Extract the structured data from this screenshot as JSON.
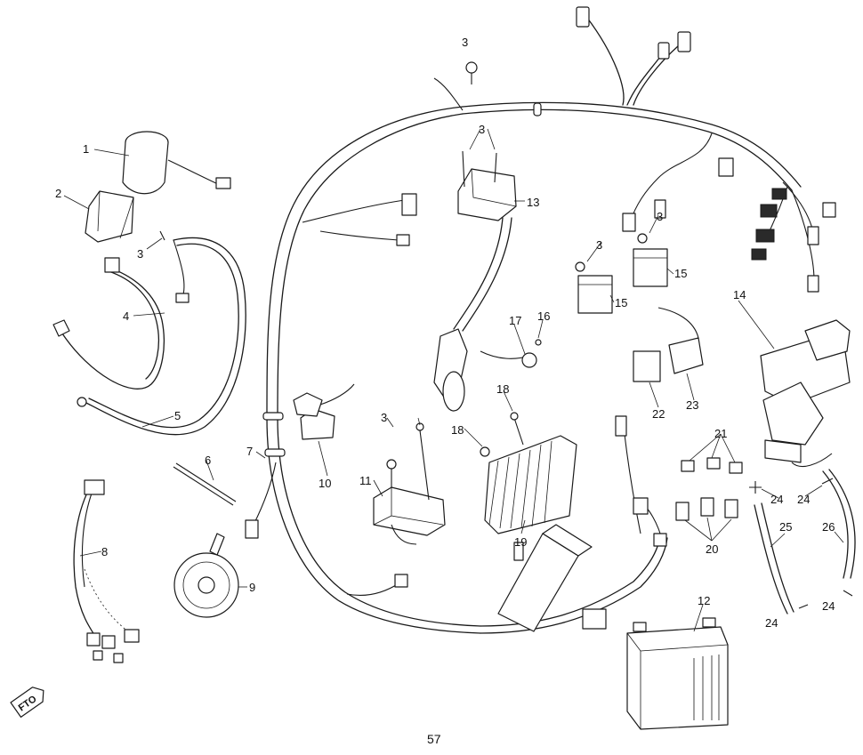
{
  "page_number": "57",
  "callouts": [
    "1",
    "2",
    "3",
    "3",
    "3",
    "3",
    "3",
    "3",
    "4",
    "5",
    "6",
    "7",
    "8",
    "9",
    "10",
    "11",
    "12",
    "13",
    "14",
    "15",
    "15",
    "16",
    "17",
    "18",
    "18",
    "19",
    "20",
    "21",
    "22",
    "23",
    "24",
    "24",
    "24",
    "24",
    "25",
    "26"
  ],
  "logo_text": "FTO"
}
